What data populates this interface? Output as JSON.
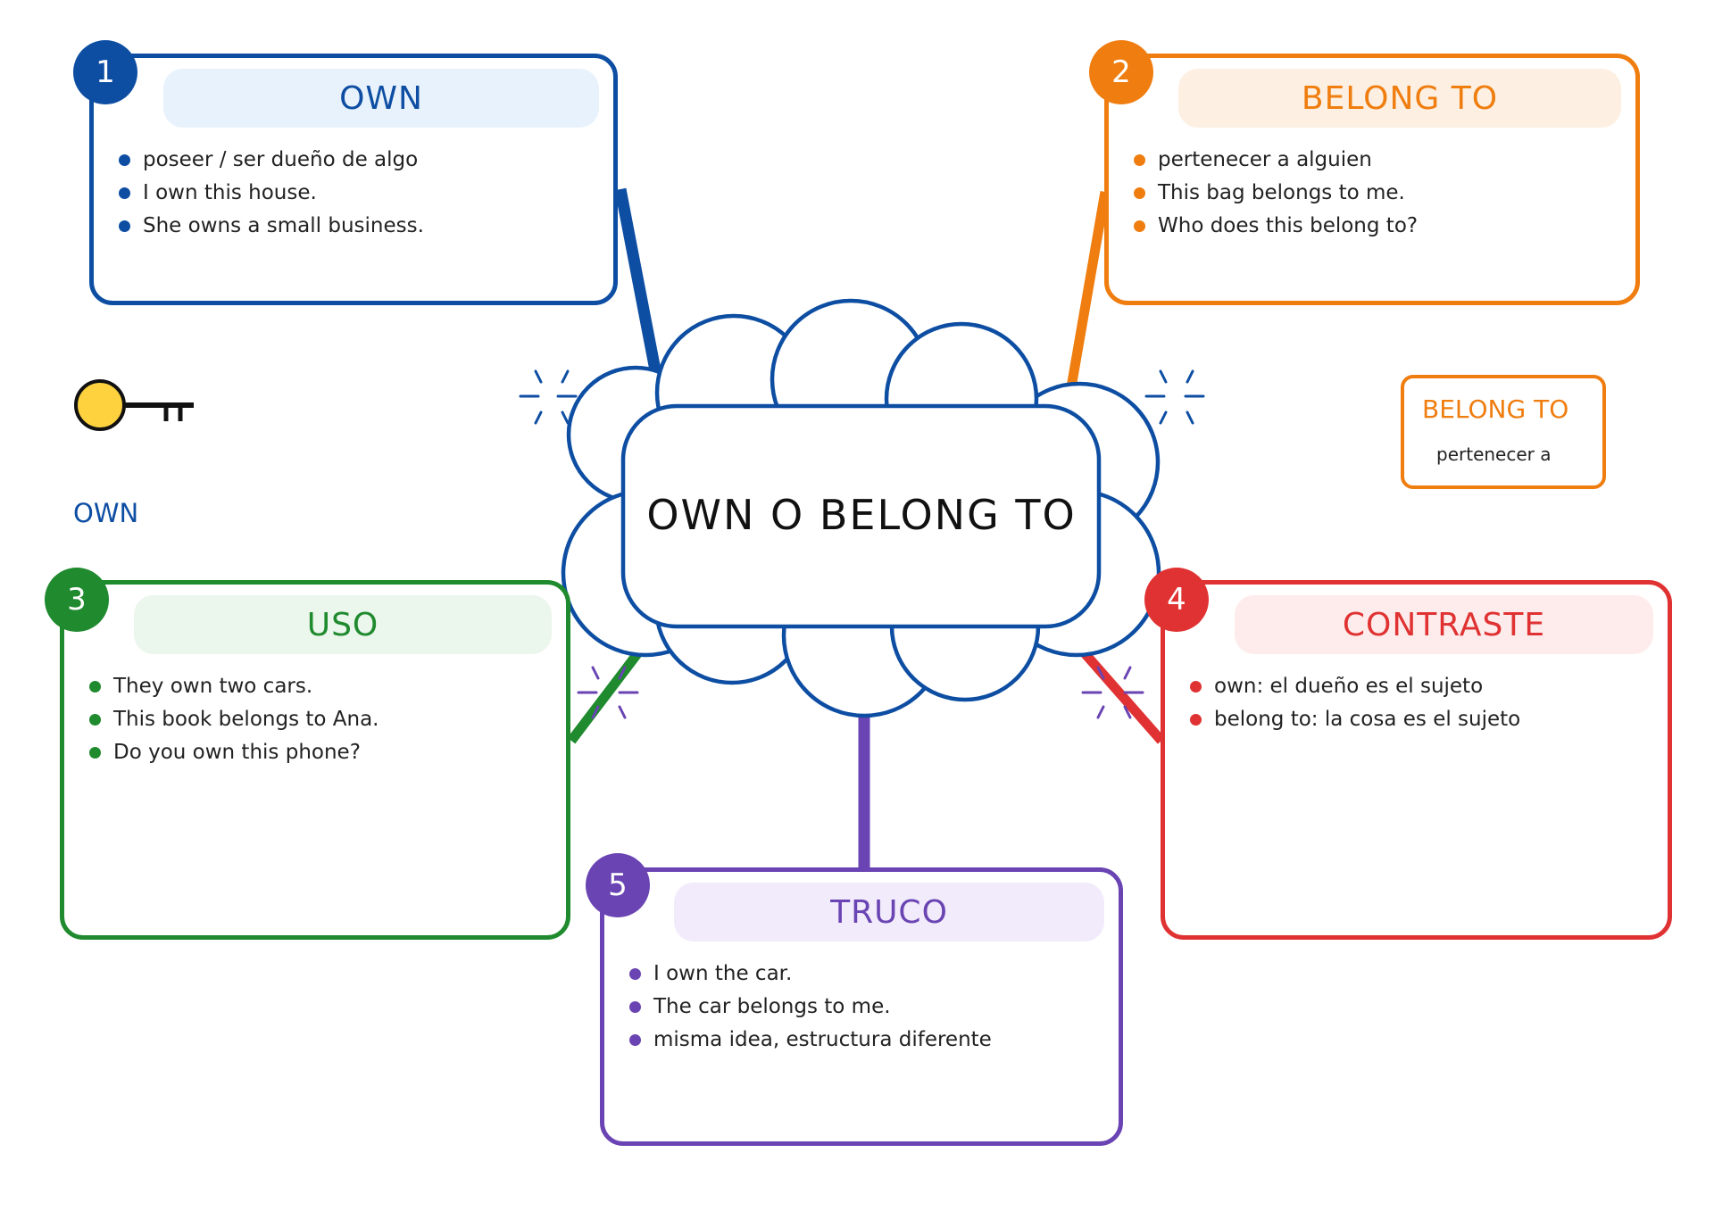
{
  "center": {
    "title": "OWN O BELONG TO"
  },
  "colors": {
    "blue": "#0d4ea3",
    "orange": "#ef7d0f",
    "green": "#1f8a2e",
    "red": "#e03232",
    "purple": "#6a44b3"
  },
  "cards": [
    {
      "number": "1",
      "title": "OWN",
      "items": [
        "poseer / ser dueño de algo",
        "I own this house.",
        "She owns a small business."
      ]
    },
    {
      "number": "2",
      "title": "BELONG TO",
      "items": [
        "pertenecer a alguien",
        "This bag belongs to me.",
        "Who does this belong to?"
      ]
    },
    {
      "number": "3",
      "title": "USO",
      "items": [
        "They own two cars.",
        "This book belongs to Ana.",
        "Do you own this phone?"
      ]
    },
    {
      "number": "4",
      "title": "CONTRASTE",
      "items": [
        "own: el dueño es el sujeto",
        "belong to: la cosa es el sujeto"
      ]
    },
    {
      "number": "5",
      "title": "TRUCO",
      "items": [
        "I own the car.",
        "The car belongs to me.",
        "misma idea, estructura diferente"
      ]
    }
  ],
  "side_labels": {
    "own": "OWN",
    "key_icon": "key-icon",
    "belong_box_title": "BELONG TO",
    "belong_box_sub": "pertenecer a"
  }
}
